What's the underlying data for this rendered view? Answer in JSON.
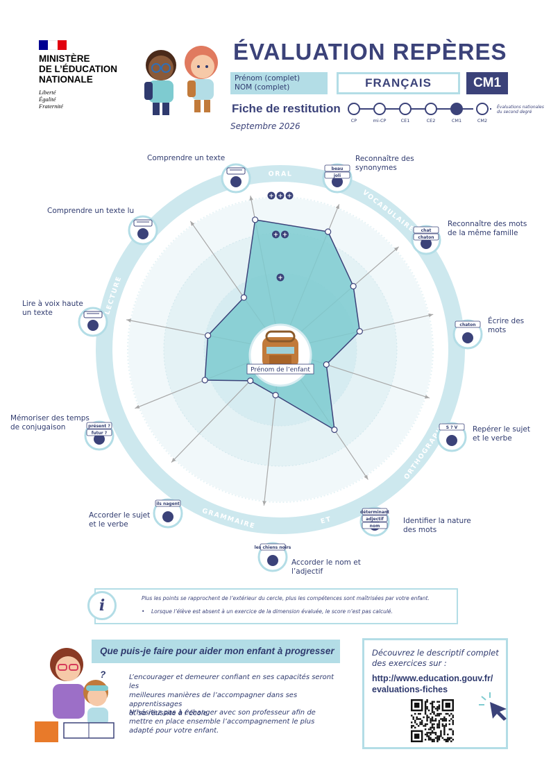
{
  "ministry": {
    "line1": "MINISTÈRE",
    "line2": "DE L’ÉDUCATION",
    "line3": "NATIONALE",
    "motto1": "Liberté",
    "motto2": "Égalité",
    "motto3": "Fraternité"
  },
  "header": {
    "title": "ÉVALUATION REPÈRES",
    "first_name": "Prénom (complet)",
    "last_name": "NOM (complet)",
    "subject": "FRANÇAIS",
    "level": "CM1",
    "fiche": "Fiche de restitution",
    "date": "Septembre 2026"
  },
  "timeline": {
    "steps": [
      "CP",
      "mi-CP",
      "CE1",
      "CE2",
      "CM1",
      "CM2"
    ],
    "active_index": 4,
    "note_line1": "Évaluations nationales",
    "note_line2": "du second degré"
  },
  "chart_data": {
    "type": "radar",
    "max_level": 3,
    "level_markers": [
      "+",
      "++",
      "+++"
    ],
    "center_label": "Prénom de l’enfant",
    "domains": [
      "ORAL",
      "VOCABULAIRE",
      "ORTHOGRAPHE",
      "ET",
      "GRAMMAIRE",
      "LECTURE"
    ],
    "skills": [
      {
        "label": "Comprendre un texte",
        "value": 2.6
      },
      {
        "label": "Reconnaître des synonymes",
        "value": 2.5
      },
      {
        "label": "Reconnaître des mots de la même famille",
        "value": 1.9
      },
      {
        "label": "Écrire des mots",
        "value": 1.6
      },
      {
        "label": "Repérer le sujet et le verbe",
        "value": 0.95
      },
      {
        "label": "Identifier la nature des mots",
        "value": 1.9
      },
      {
        "label": "Accorder le nom et l’adjectif",
        "value": 0.9
      },
      {
        "label": "Accorder le sujet et le verbe",
        "value": 0.85
      },
      {
        "label": "Mémoriser des temps de conjugaison",
        "value": 1.6
      },
      {
        "label": "Lire à voix haute un texte",
        "value": 1.45
      },
      {
        "label": "Comprendre un texte lu",
        "value": 1.25
      }
    ],
    "icon_texts": {
      "synonym_top": "beau",
      "synonym_bottom": "joli",
      "family_top": "chat",
      "family_bottom": "chaton",
      "write_word": "chaton",
      "subject_verb_s": "S",
      "subject_verb_v": "V",
      "conj_top": "présent ?",
      "conj_bottom": "futur ?",
      "agree_sv": "ils nagent",
      "agree_na": "les chiens noirs",
      "nature_top": "déterminant",
      "nature_mid": "adjectif",
      "nature_bottom": "nom"
    },
    "colors": {
      "ring": "#b3dde6",
      "fill": "#7ecbd0",
      "line": "#3b4279",
      "band1": "#e6f3f6",
      "band2": "#d4ecf0"
    }
  },
  "info": {
    "line1": "Plus les points se rapprochent de l’extérieur du cercle, plus les compétences sont maîtrisées par votre enfant.",
    "line2": "Lorsque l’élève est absent à un exercice de la dimension évaluée, le score n’est pas calculé."
  },
  "help": {
    "question": "Que puis-je faire pour aider mon enfant à progresser ?",
    "p1": [
      "L’encourager et demeurer confiant en ses capacités seront les",
      "meilleures manières de l’accompagner dans ses apprentissages",
      "et sa réussite à l’école."
    ],
    "p2": [
      "N’hésitez pas à échanger avec son professeur afin de",
      "mettre en place ensemble l’accompagnement le plus",
      "adapté pour votre enfant."
    ]
  },
  "resources": {
    "intro": [
      "Découvrez le descriptif complet",
      "des exercices sur :"
    ],
    "url": [
      "http://www.education.gouv.fr/",
      "evaluations-fiches"
    ]
  }
}
